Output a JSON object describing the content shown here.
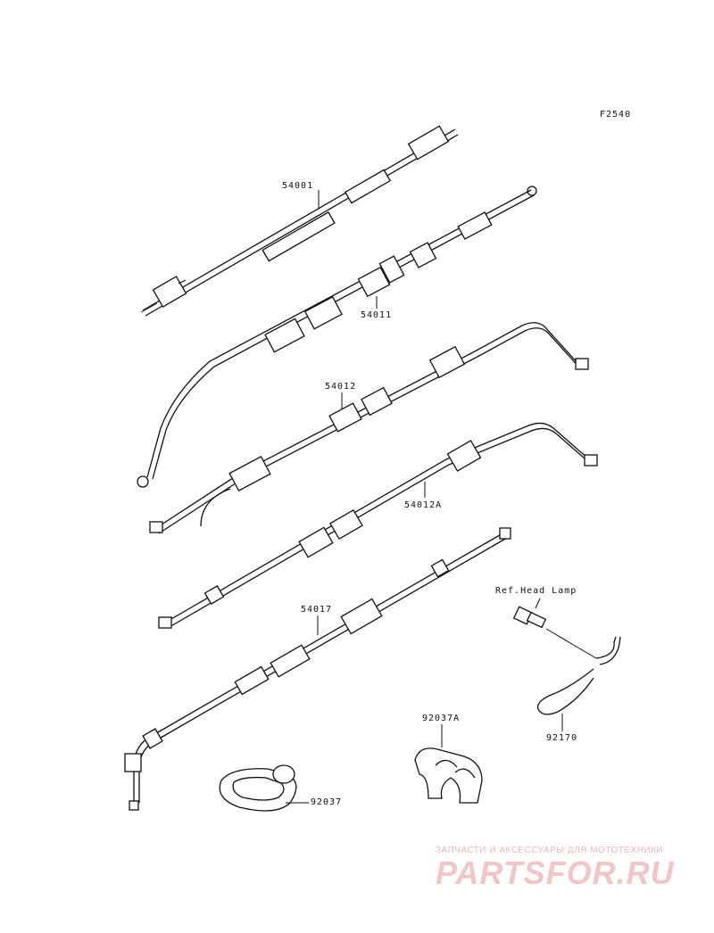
{
  "figure_code": "F2540",
  "parts": {
    "p54001": "54001",
    "p54011": "54011",
    "p54012": "54012",
    "p54012a": "54012A",
    "p54017": "54017",
    "ref_head_lamp": "Ref.Head Lamp",
    "p92037a": "92037A",
    "p92170": "92170",
    "p92037": "92037"
  },
  "watermark": {
    "tagline": "ЗАПЧАСТИ И АКСЕССУАРЫ ДЛЯ МОТОТЕХНИКИ",
    "logo": "PARTSFOR.RU"
  }
}
